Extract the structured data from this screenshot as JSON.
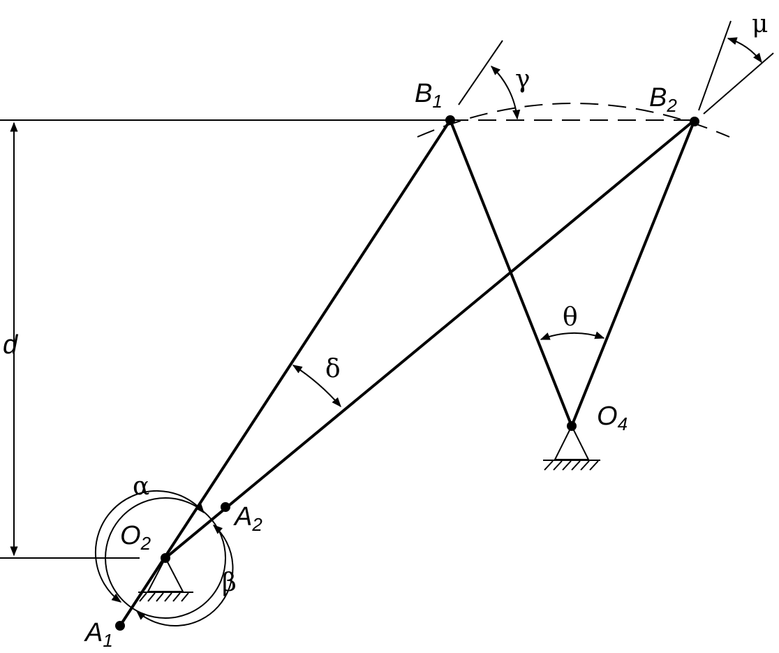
{
  "labels": {
    "B1": {
      "main": "B",
      "sub": "1"
    },
    "B2": {
      "main": "B",
      "sub": "2"
    },
    "O2": {
      "main": "O",
      "sub": "2"
    },
    "O4": {
      "main": "O",
      "sub": "4"
    },
    "A1": {
      "main": "A",
      "sub": "1"
    },
    "A2": {
      "main": "A",
      "sub": "2"
    },
    "d": "d"
  },
  "angles": {
    "alpha": "α",
    "beta": "β",
    "gamma": "γ",
    "delta": "δ",
    "theta": "θ",
    "mu": "μ"
  }
}
